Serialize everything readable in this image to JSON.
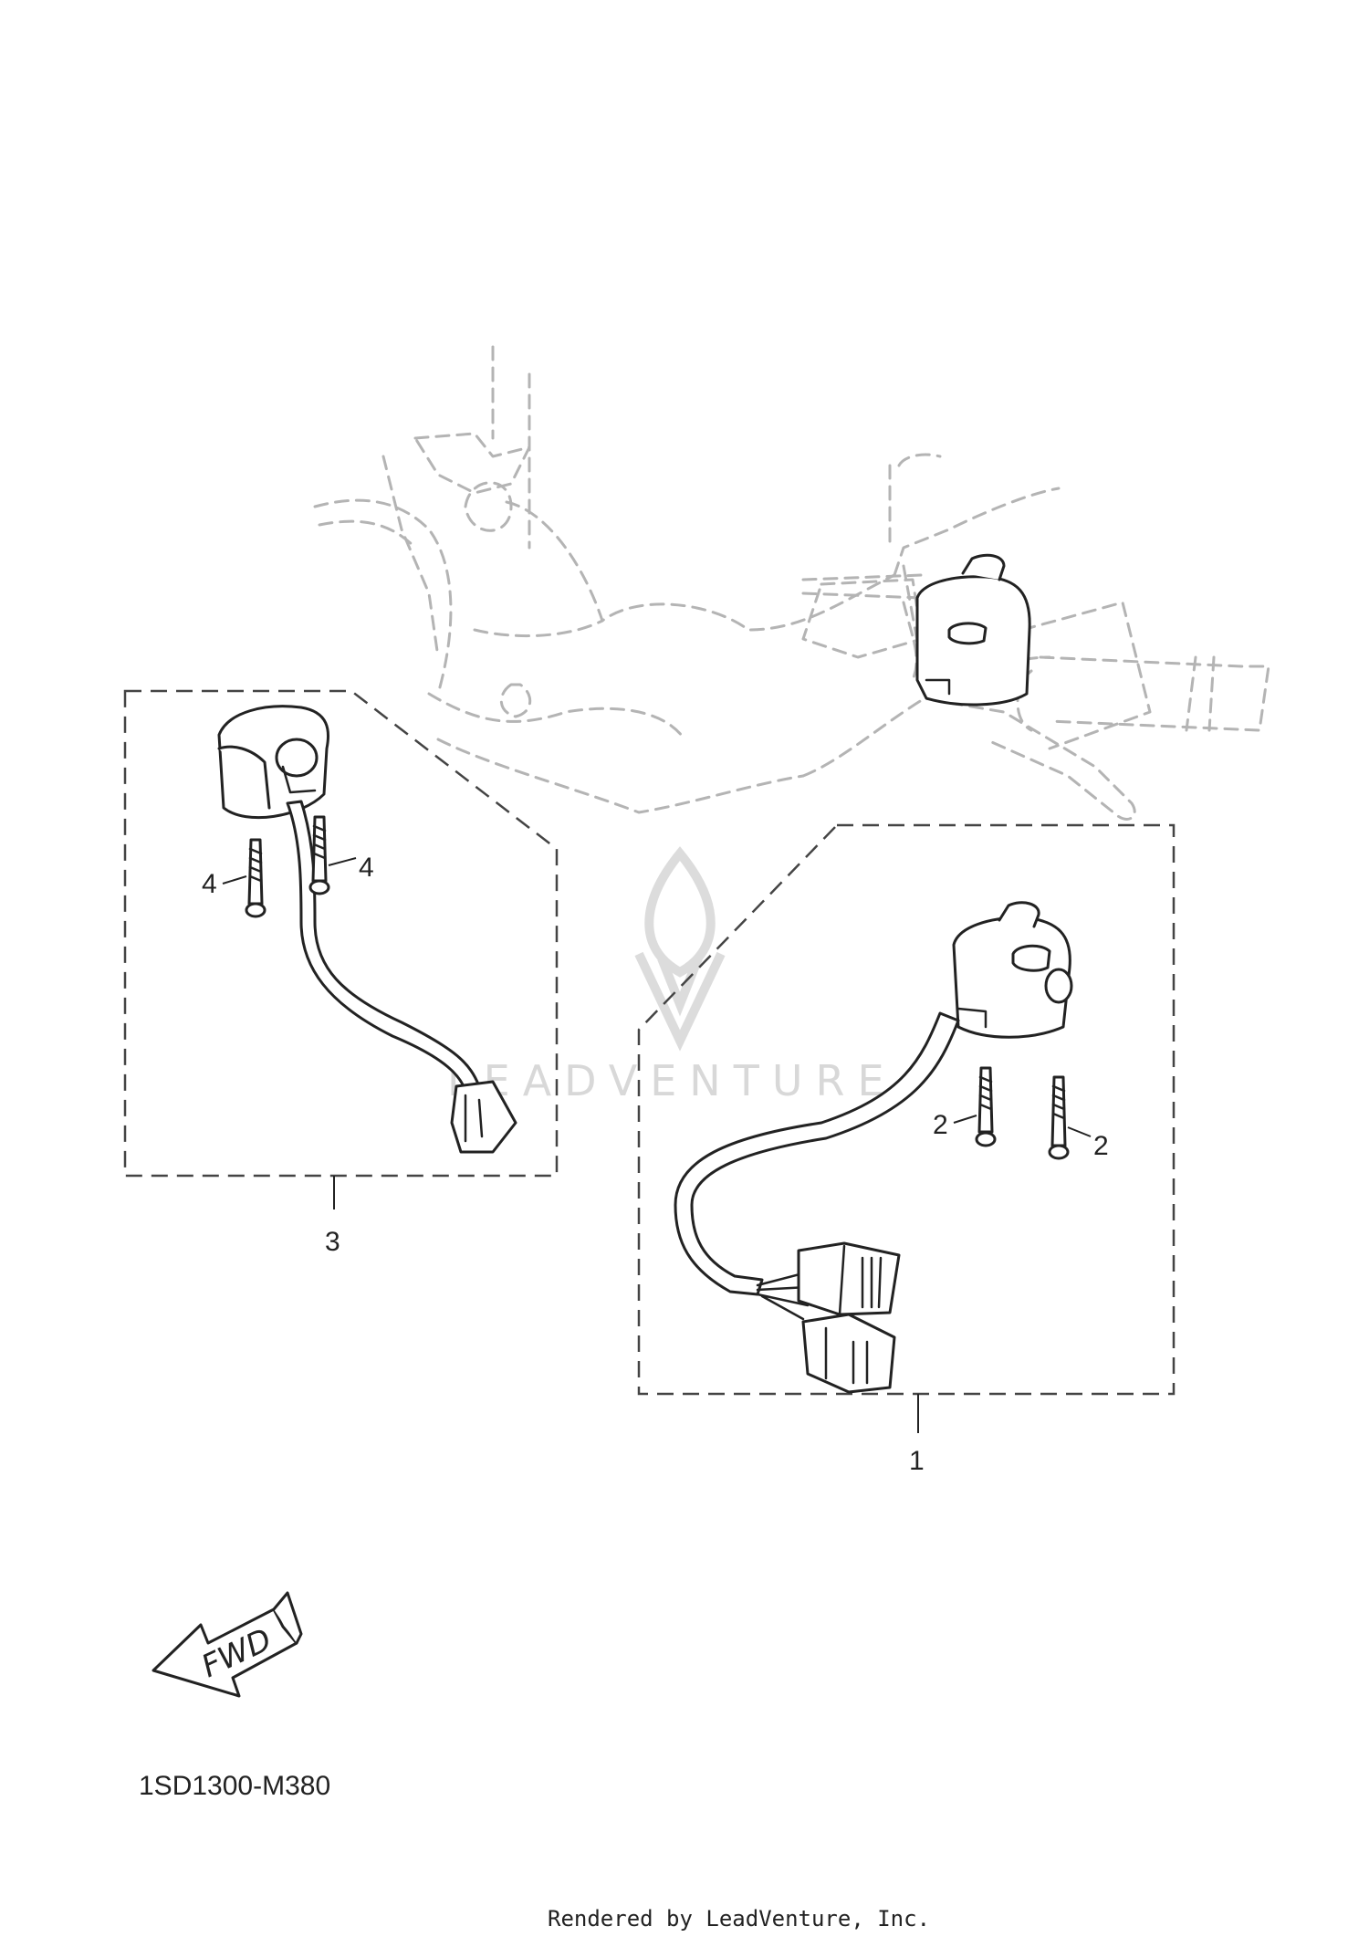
{
  "callouts": {
    "one": "1",
    "two_a": "2",
    "two_b": "2",
    "three": "3",
    "four_a": "4",
    "four_b": "4"
  },
  "fwd_label": "FWD",
  "diagram_code": "1SD1300-M380",
  "watermark": "LEADVENTURE",
  "credit": "Rendered by LeadVenture, Inc.",
  "colors": {
    "line": "#222222",
    "ghost": "#b4b4b4",
    "watermark": "#d8d8d8"
  }
}
